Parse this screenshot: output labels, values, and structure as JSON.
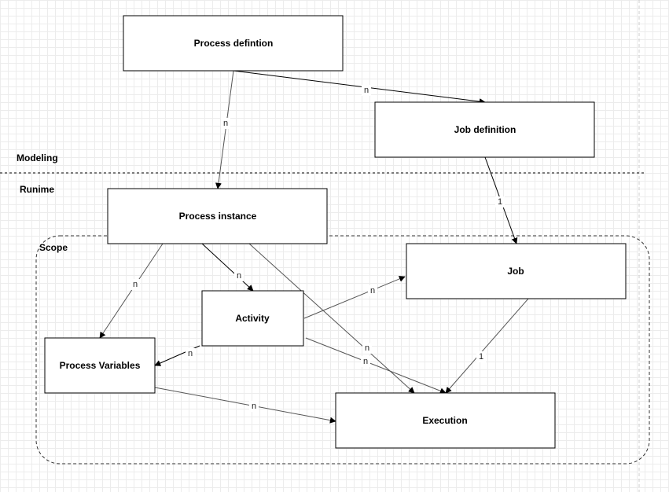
{
  "diagram": {
    "nodes": {
      "process_definition": "Process defintion",
      "job_definition": "Job definition",
      "process_instance": "Process instance",
      "job": "Job",
      "activity": "Activity",
      "process_variables": "Process Variables",
      "execution": "Execution"
    },
    "zones": {
      "modeling": "Modeling",
      "runtime": "Runime",
      "scope": "Scope"
    },
    "edges": [
      {
        "from": "Process defintion",
        "to": "Job definition",
        "label": "n"
      },
      {
        "from": "Process defintion",
        "to": "Process instance",
        "label": "n"
      },
      {
        "from": "Job definition",
        "to": "Job",
        "label": "1"
      },
      {
        "from": "Process instance",
        "to": "Activity",
        "label": "n"
      },
      {
        "from": "Process instance",
        "to": "Process Variables",
        "label": "n"
      },
      {
        "from": "Process instance",
        "to": "Execution",
        "label": "n"
      },
      {
        "from": "Activity",
        "to": "Job",
        "label": "n"
      },
      {
        "from": "Activity",
        "to": "Process Variables",
        "label": "n"
      },
      {
        "from": "Activity",
        "to": "Execution",
        "label": "n"
      },
      {
        "from": "Job",
        "to": "Execution",
        "label": "1"
      },
      {
        "from": "Process Variables",
        "to": "Execution",
        "label": "n"
      }
    ]
  }
}
